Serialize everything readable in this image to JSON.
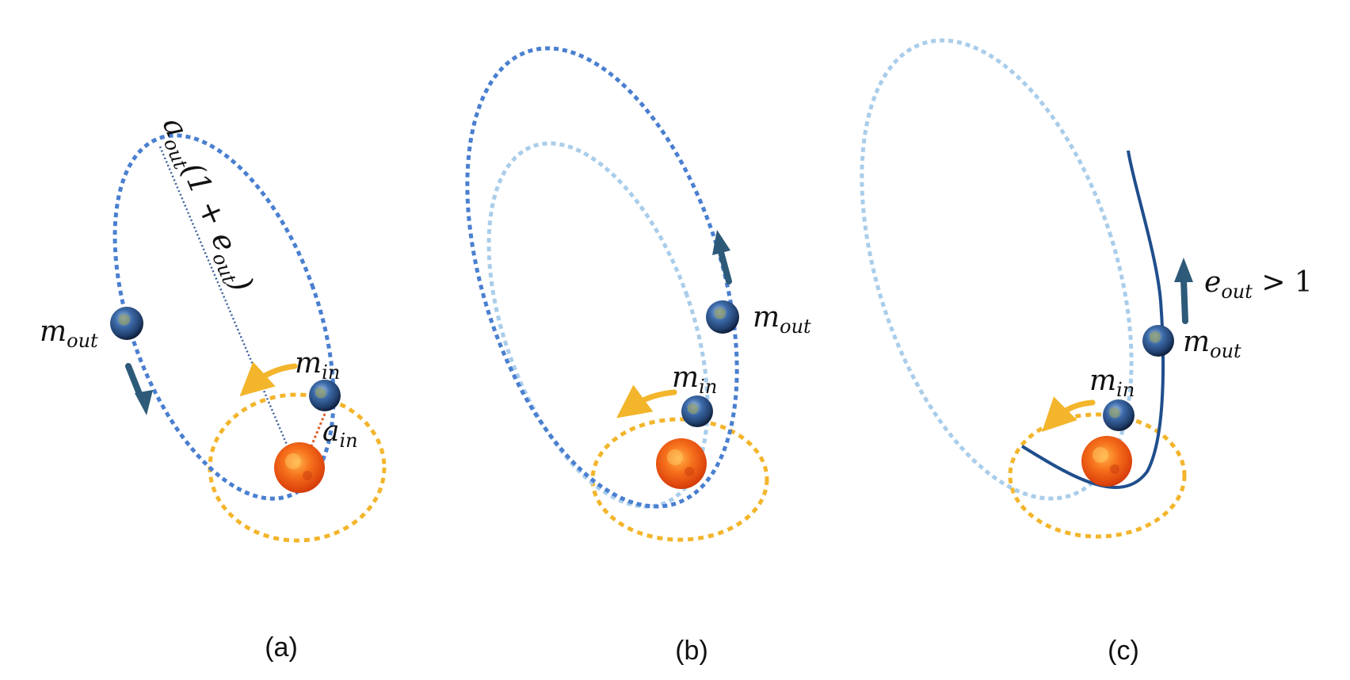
{
  "colors": {
    "outer_orbit": "#4a7fd0",
    "outer_orbit_faded": "#a9cdea",
    "outer_orbit_light": "#8ec0e8",
    "inner_orbit": "#f3b52b",
    "arrow_dark": "#2d5a78",
    "arrow_yellow": "#f3b52b",
    "semi_axis_line": "#3a5f9f",
    "ain_line": "#e0602a",
    "hyperbola": "#1f4e8c",
    "star": "#ef5a14",
    "planet": "#3766a8"
  },
  "icons": [
    "star-sun-icon",
    "planet-earth-icon"
  ],
  "panels": [
    {
      "label": "(a)",
      "m_out": {
        "base": "m",
        "sub": "out"
      },
      "m_in": {
        "base": "m",
        "sub": "in"
      },
      "a_in": {
        "base": "a",
        "sub": "in"
      },
      "semi_axis": {
        "base": "a",
        "sub": "out",
        "rest": "(1 + e",
        "rest_sub": "out",
        "close": ")"
      }
    },
    {
      "label": "(b)",
      "m_out": {
        "base": "m",
        "sub": "out"
      },
      "m_in": {
        "base": "m",
        "sub": "in"
      }
    },
    {
      "label": "(c)",
      "m_out": {
        "base": "m",
        "sub": "out"
      },
      "m_in": {
        "base": "m",
        "sub": "in"
      },
      "ecc": {
        "base": "e",
        "sub": "out",
        "rest": " > 1"
      }
    }
  ]
}
